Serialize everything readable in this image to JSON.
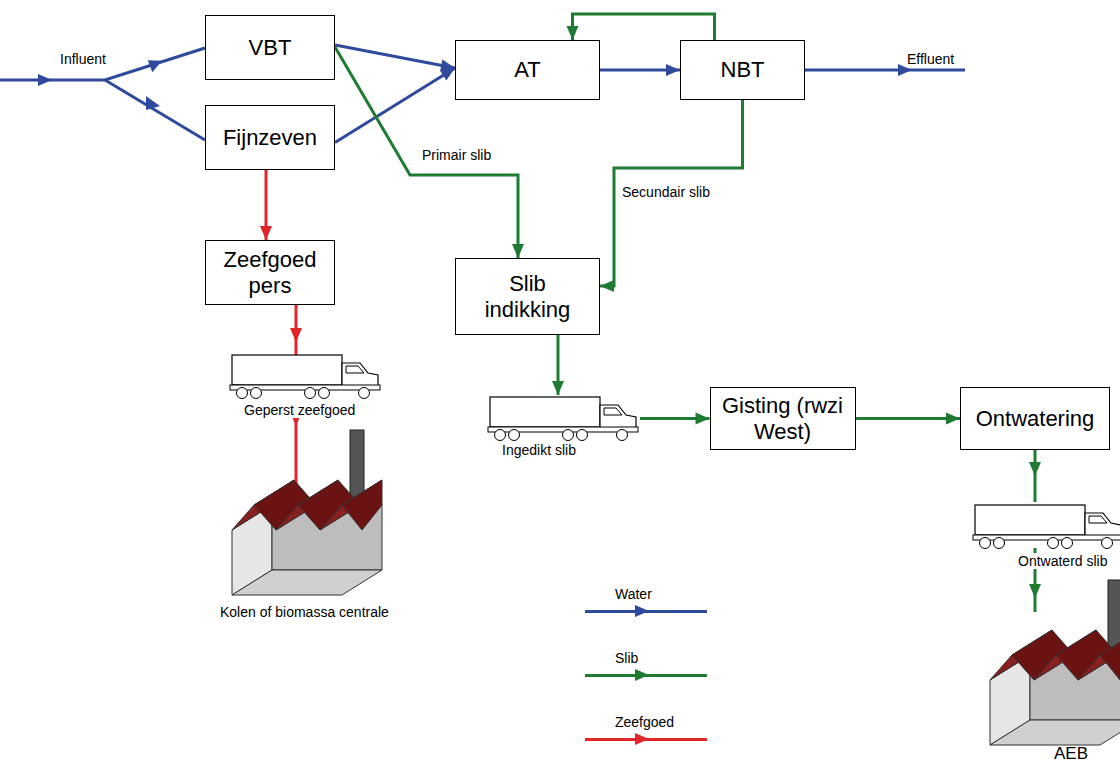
{
  "diagram": {
    "nodes": [
      {
        "text": [
          "VBT"
        ]
      },
      {
        "text": [
          "Fijnzeven"
        ]
      },
      {
        "text": [
          "AT"
        ]
      },
      {
        "text": [
          "NBT"
        ]
      },
      {
        "text": [
          "Zeefgoed pers"
        ]
      },
      {
        "text": [
          "Slib indikking"
        ]
      },
      {
        "text": [
          "Gisting (rwzi West)"
        ]
      },
      {
        "text": [
          "Ontwatering"
        ]
      }
    ],
    "edges": [
      {
        "from": 0,
        "to": 2,
        "arrow": "to"
      },
      {
        "from": 1,
        "to": 2,
        "arrow": "to"
      },
      {
        "from": 2,
        "to": 3,
        "arrow": "to"
      },
      {
        "from": 3,
        "to": 2,
        "arrow": "to"
      },
      {
        "from": 0,
        "to": 5,
        "label": "Primair slib",
        "arrow": "to"
      },
      {
        "from": 3,
        "to": 5,
        "label": "Secundair slib",
        "arrow": "to"
      },
      {
        "from": 1,
        "to": 4,
        "arrow": "to"
      },
      {
        "from": 5,
        "to": 6,
        "arrow": "to"
      },
      {
        "from": 6,
        "to": 7,
        "arrow": "to"
      }
    ],
    "labels": [
      "Influent",
      "Effluent",
      "Geperst zeefgoed",
      "Kolen of biomassa centrale",
      "Ingedikt slib",
      "Ontwaterd slib",
      "AEB"
    ],
    "legend": [
      {
        "text": "Water",
        "color": "#2f4a9c"
      },
      {
        "text": "Slib",
        "color": "#1f7a32"
      },
      {
        "text": "Zeefgoed",
        "color": "#e0262b"
      }
    ]
  }
}
